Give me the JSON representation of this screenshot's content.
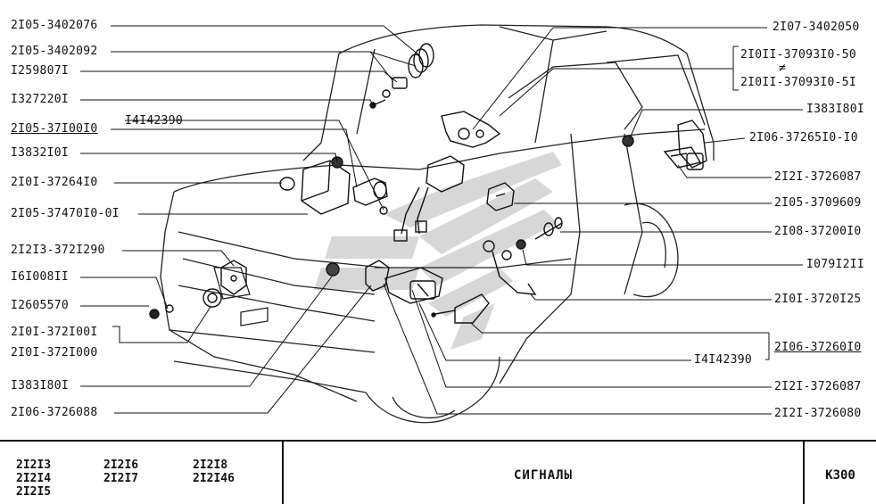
{
  "labels": {
    "l_2105_3402076": "2I05-3402076",
    "l_2105_3402092": "2I05-3402092",
    "l_1259807": "I259807I",
    "l_1327220": "I327220I",
    "l_2105_3710010": "2I05-37I00I0",
    "l_1414239": "I4I42390",
    "l_1383201": "I3832I0I",
    "l_2101_3726410": "2I0I-37264I0",
    "l_2105_37470": "2I05-37470I0-0I",
    "l_21213": "2I2I3-372I290",
    "l_1610082": "I6I008II",
    "l_1260557": "I2605570",
    "l_2101_a": "2I0I-372I00I",
    "l_2101_b": "2I0I-372I000",
    "l_1383180_l": "I383I80I",
    "l_2106_3726088": "2I06-3726088",
    "r_2107_3402050": "2I07-3402050",
    "r_2101_50": "2I0II-37093I0-50",
    "r_neq": "≠",
    "r_2101_51": "2I0II-37093I0-5I",
    "r_1383180": "I383I80I",
    "r_2106_372651": "2I06-37265I0-I0",
    "r_2121_3726087a": "2I2I-3726087",
    "r_2105_3709609": "2I05-3709609",
    "r_2108_37200": "2I08-37200I0",
    "r_1079": "I079I2II",
    "r_2101_3720125": "2I0I-3720I25",
    "r_2106_3726010": "2I06-37260I0",
    "r_1414239": "I4I42390",
    "r_2121_3726087b": "2I2I-3726087",
    "r_2121_3726080": "2I2I-3726080"
  },
  "footer": {
    "models": [
      "2I2I3",
      "2I2I4",
      "2I2I5",
      "2I2I6",
      "2I2I7",
      "2I2I8",
      "2I2I46"
    ],
    "title": "СИГНАЛЫ",
    "code": "К300"
  }
}
